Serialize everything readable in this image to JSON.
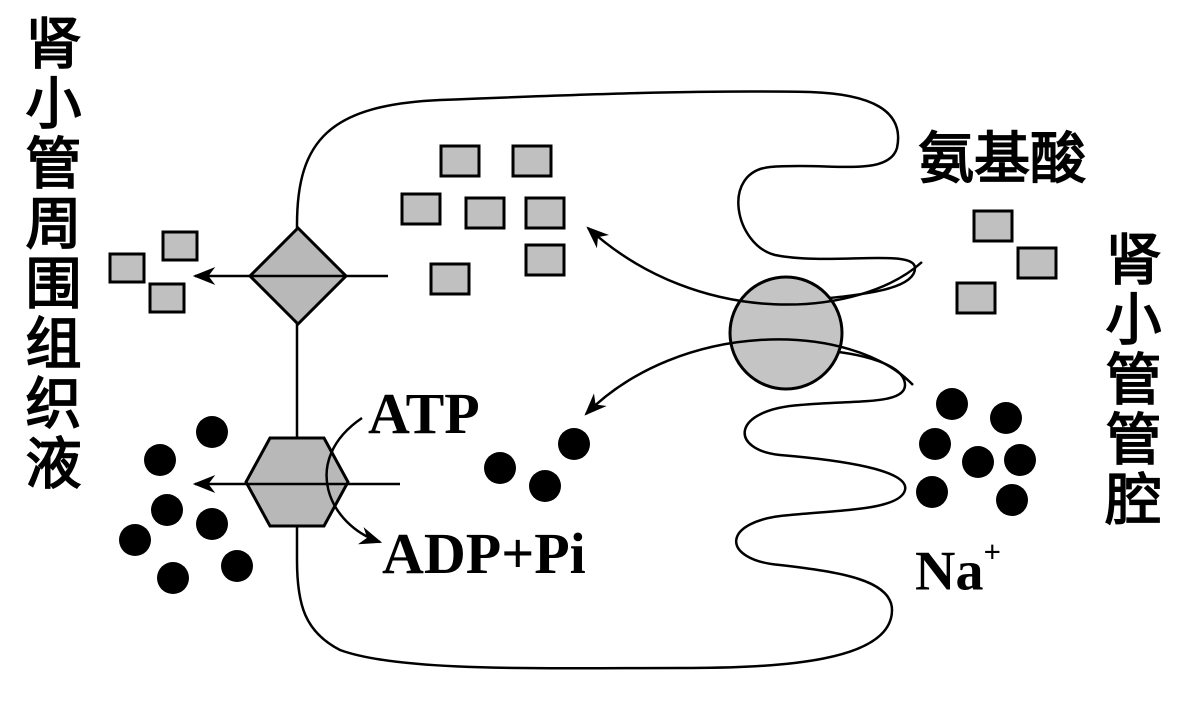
{
  "labels": {
    "left_region": "肾小管周围组织液",
    "right_region": "肾小管管腔",
    "amino_acid": "氨基酸",
    "atp": "ATP",
    "adp_pi": "ADP+Pi",
    "sodium": "Na",
    "sodium_charge": "+"
  },
  "colors": {
    "amino_acid_fill": "#c0c0c0",
    "carrier_fill": "#b8b8b8",
    "sodium_fill": "#000000",
    "line": "#000000"
  },
  "icons": {
    "amino_acid": "gray-square-icon",
    "sodium_ion": "black-dot-icon",
    "cotransporter": "circle-carrier-icon",
    "amino_acid_transporter": "diamond-carrier-icon",
    "sodium_pump": "hexagon-pump-icon"
  }
}
